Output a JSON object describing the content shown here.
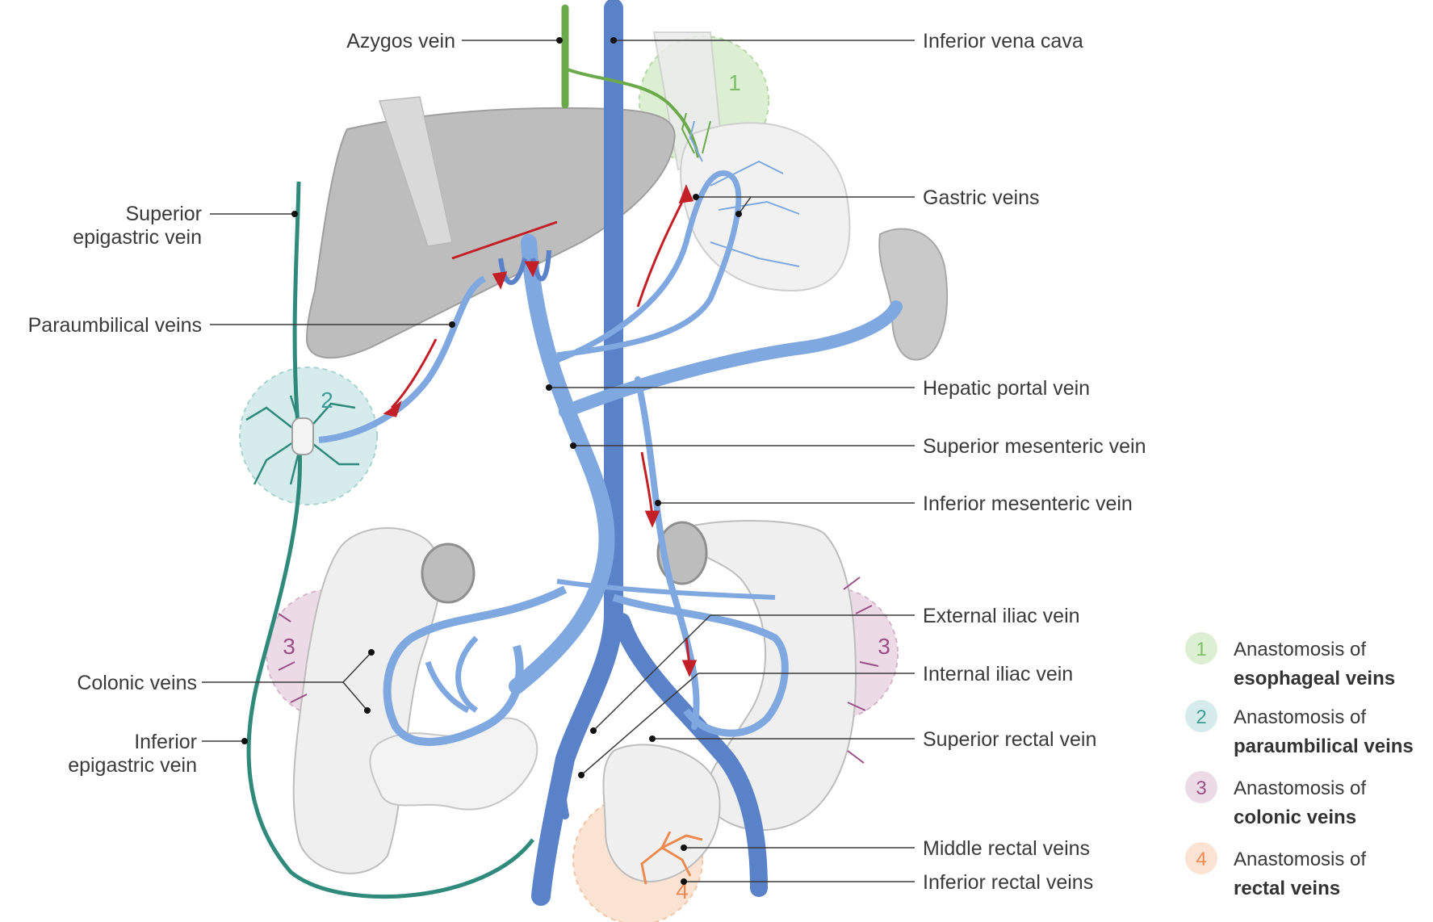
{
  "labels": {
    "azygos_vein": "Azygos vein",
    "inferior_vena_cava": "Inferior vena cava",
    "superior_epigastric_vein_1": "Superior",
    "superior_epigastric_vein_2": "epigastric vein",
    "gastric_veins": "Gastric veins",
    "paraumbilical_veins": "Paraumbilical veins",
    "hepatic_portal_vein": "Hepatic portal vein",
    "superior_mesenteric_vein": "Superior mesenteric vein",
    "inferior_mesenteric_vein": "Inferior mesenteric vein",
    "external_iliac_vein": "External iliac vein",
    "internal_iliac_vein": "Internal iliac vein",
    "colonic_veins": "Colonic veins",
    "inferior_epigastric_vein_1": "Inferior",
    "inferior_epigastric_vein_2": "epigastric vein",
    "superior_rectal_vein": "Superior rectal vein",
    "middle_rectal_veins": "Middle rectal veins",
    "inferior_rectal_veins": "Inferior rectal veins"
  },
  "zones": {
    "z1": "1",
    "z2": "2",
    "z3_left": "3",
    "z3_right": "3",
    "z4": "4"
  },
  "legend": [
    {
      "num": "1",
      "line1": "Anastomosis of",
      "line2": "esophageal veins",
      "color": "#7fbf6a",
      "bg": "#dcefd3"
    },
    {
      "num": "2",
      "line1": "Anastomosis of",
      "line2": "paraumbilical veins",
      "color": "#3f9e98",
      "bg": "#d6ecec"
    },
    {
      "num": "3",
      "line1": "Anastomosis of",
      "line2": "colonic veins",
      "color": "#9a4f86",
      "bg": "#ecdbe6"
    },
    {
      "num": "4",
      "line1": "Anastomosis of",
      "line2": "rectal veins",
      "color": "#ee8a4f",
      "bg": "#fbe3d3"
    }
  ],
  "colors": {
    "portal_blue": "#7fa8e0",
    "ivc_blue": "#5a82c8",
    "azygos_green": "#6aaa4a",
    "epigastric_teal": "#2f8a7c",
    "flow_red": "#c22026",
    "liver_gray": "#bdbdbd",
    "organ_light": "#f1f1f1"
  }
}
